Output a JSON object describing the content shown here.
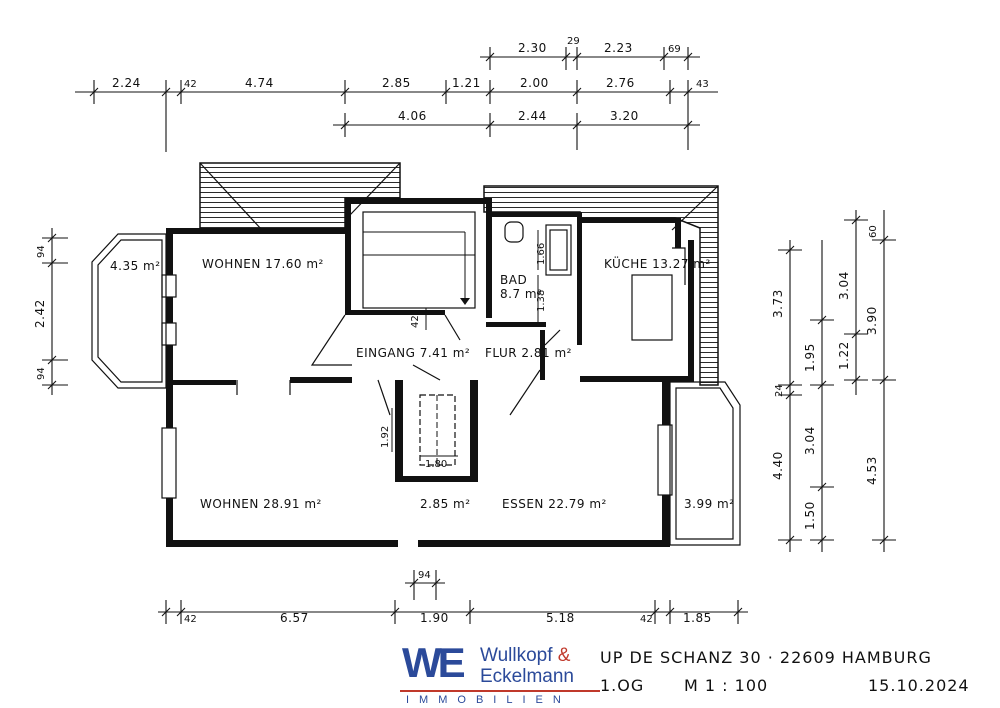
{
  "plan": {
    "dims_top": {
      "row1": [
        "2.30",
        "29",
        "2.23",
        "69"
      ],
      "row2": [
        "2.24",
        "42",
        "4.74",
        "2.85",
        "1.21",
        "2.00",
        "2.76",
        "43"
      ],
      "row3": [
        "4.06",
        "2.44",
        "3.20"
      ]
    },
    "dims_left": [
      "94",
      "2.42",
      "94"
    ],
    "dims_right": {
      "col1": [
        "3.73",
        "24",
        "4.40"
      ],
      "col2": [
        "1.95",
        "3.04",
        "1.50"
      ],
      "col3": [
        "3.04",
        "1.22",
        "60"
      ],
      "col4": [
        "3.90",
        "4.53"
      ]
    },
    "dims_bottom": {
      "upper": [
        "94"
      ],
      "lower": [
        "42",
        "6.57",
        "1.90",
        "5.18",
        "42",
        "1.85"
      ]
    },
    "rooms": {
      "bay": "4.35 m²",
      "wohnen_top": "WOHNEN 17.60 m²",
      "eingang": "EINGANG 7.41 m²",
      "flur": "FLUR 2.81 m²",
      "bad": "BAD",
      "bad_area": "8.7 m²",
      "kueche": "KÜCHE 13.27 m²",
      "wohnen_bottom": "WOHNEN 28.91 m²",
      "middle": "2.85 m²",
      "essen": "ESSEN 22.79 m²",
      "balcony": "3.99 m²"
    },
    "inner_dims": [
      "42",
      "1.66",
      "1.38",
      "1.92",
      "1.80"
    ]
  },
  "titleblock": {
    "address": "UP DE SCHANZ 30 · 22609 HAMBURG",
    "floor": "1.OG",
    "scale": "M 1 : 100",
    "date": "15.10.2024"
  },
  "logo": {
    "mark": "WE",
    "line1": "Wullkopf",
    "amp": "&",
    "line2": "Eckelmann",
    "tagline": "IMMOBILIEN"
  },
  "colors": {
    "brand_blue": "#2b4a9a",
    "brand_red": "#c0392b",
    "ink": "#111111"
  }
}
